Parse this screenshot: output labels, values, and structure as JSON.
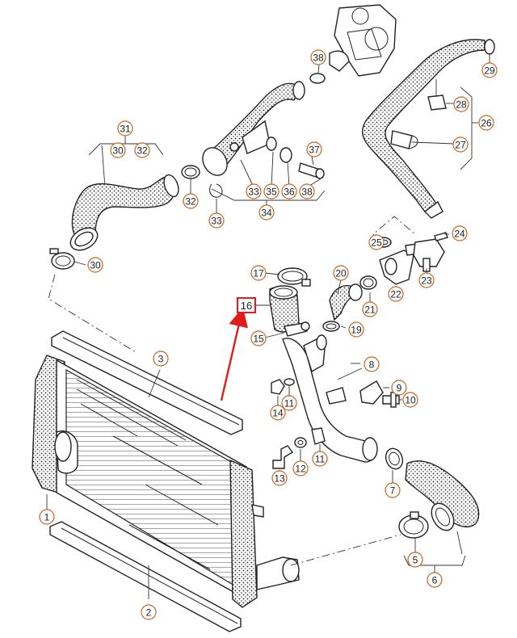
{
  "colors": {
    "callout_stroke": "#c8641e",
    "callout_text": "#222222",
    "highlight": "#e01b1b",
    "line": "#222222"
  },
  "callouts": {
    "c1": "1",
    "c2": "2",
    "c3": "3",
    "c5": "5",
    "c6": "6",
    "c7": "7",
    "c8": "8",
    "c9": "9",
    "c10": "10",
    "c11a": "11",
    "c11b": "11",
    "c12": "12",
    "c13": "13",
    "c14": "14",
    "c15": "15",
    "c17": "17",
    "c19": "19",
    "c20": "20",
    "c21": "21",
    "c22": "22",
    "c23": "23",
    "c24": "24",
    "c25": "25",
    "c26": "26",
    "c27": "27",
    "c28": "28",
    "c29": "29",
    "c30a": "30",
    "c30b": "30",
    "c31": "31",
    "c32a": "32",
    "c32b": "32",
    "c33a": "33",
    "c33b": "33",
    "c34": "34",
    "c35": "35",
    "c36": "36",
    "c37": "37",
    "c38a": "38",
    "c38b": "38"
  },
  "highlighted_part": {
    "label": "16"
  }
}
